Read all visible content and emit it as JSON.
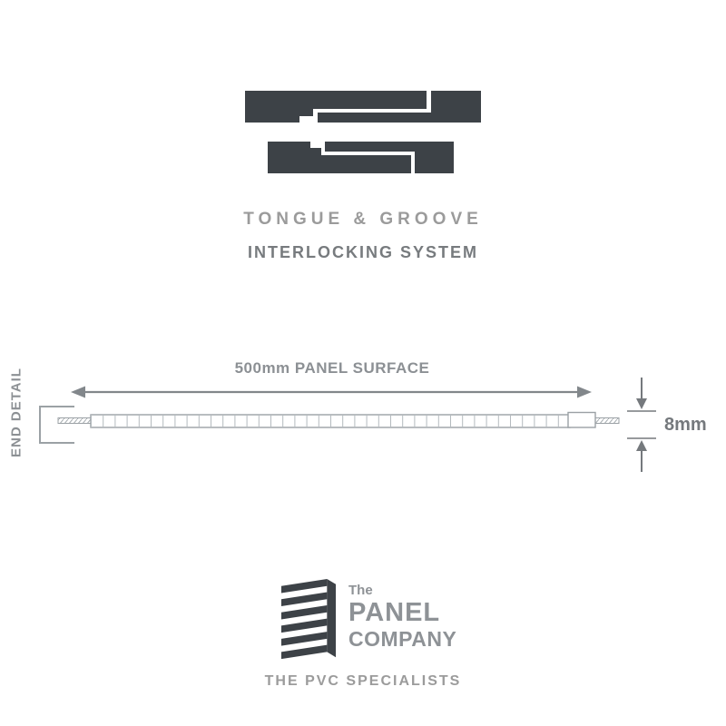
{
  "colors": {
    "background": "#ffffff",
    "profile_dark": "#3d4247",
    "text_gray": "#9b9b9b",
    "text_gray_dark": "#75797d",
    "brand_gray": "#8e9296",
    "line_gray": "#9ba1a5"
  },
  "hero": {
    "title": "TONGUE & GROOVE",
    "subtitle": "INTERLOCKING SYSTEM"
  },
  "diagram": {
    "surface_dimension": "500mm PANEL SURFACE",
    "end_detail": "END DETAIL",
    "thickness": "8mm"
  },
  "brand": {
    "prefix": "The",
    "name_line1": "PANEL",
    "name_line2": "COMPANY",
    "tagline": "THE PVC SPECIALISTS"
  }
}
